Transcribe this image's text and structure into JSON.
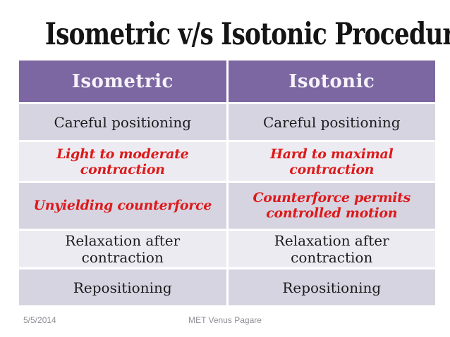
{
  "slide": {
    "title": "Isometric v/s Isotonic Procedures",
    "table": {
      "headers": [
        "Isometric",
        "Isotonic"
      ],
      "rows": [
        {
          "cells": [
            "Careful positioning",
            "Careful positioning"
          ],
          "emphasis": false
        },
        {
          "cells": [
            "Light to moderate contraction",
            "Hard to maximal contraction"
          ],
          "emphasis": true
        },
        {
          "cells": [
            "Unyielding counterforce",
            "Counterforce permits controlled motion"
          ],
          "emphasis": true
        },
        {
          "cells": [
            "Relaxation after contraction",
            "Relaxation after contraction"
          ],
          "emphasis": false
        },
        {
          "cells": [
            "Repositioning",
            "Repositioning"
          ],
          "emphasis": false
        }
      ]
    },
    "footer": {
      "date": "5/5/2014",
      "credit": "MET Venus Pagare"
    },
    "colors": {
      "header_bg": "#7c67a2",
      "header_text": "#f6f3fa",
      "row_dark_bg": "#d7d4e2",
      "row_light_bg": "#edebf2",
      "emphasis_text": "#dd1919",
      "body_text": "#1b1b1b",
      "footer_text": "#8e8e96"
    }
  }
}
